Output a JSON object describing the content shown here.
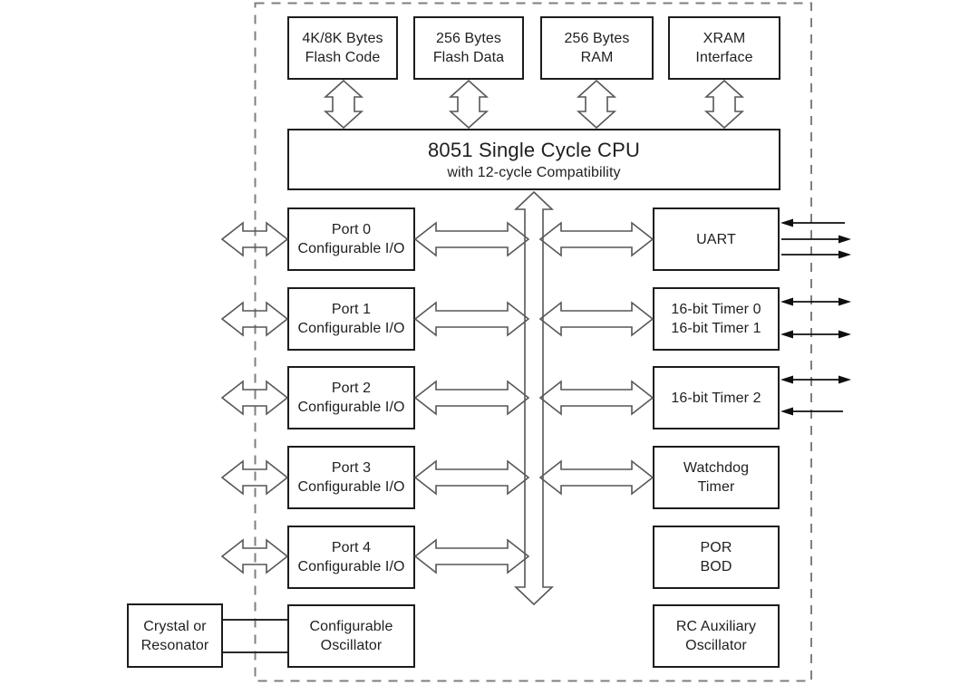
{
  "diagram": {
    "kind": "microcontroller-block-diagram",
    "memory_blocks": [
      {
        "line1": "4K/8K Bytes",
        "line2": "Flash Code"
      },
      {
        "line1": "256 Bytes",
        "line2": "Flash Data"
      },
      {
        "line1": "256 Bytes",
        "line2": "RAM"
      },
      {
        "line1": "XRAM",
        "line2": "Interface"
      }
    ],
    "cpu": {
      "title": "8051 Single Cycle CPU",
      "subtitle": "with 12-cycle Compatibility"
    },
    "ports": [
      {
        "line1": "Port 0",
        "line2": "Configurable I/O"
      },
      {
        "line1": "Port 1",
        "line2": "Configurable I/O"
      },
      {
        "line1": "Port 2",
        "line2": "Configurable I/O"
      },
      {
        "line1": "Port 3",
        "line2": "Configurable I/O"
      },
      {
        "line1": "Port 4",
        "line2": "Configurable I/O"
      }
    ],
    "peripherals": [
      {
        "line1": "UART"
      },
      {
        "line1": "16-bit Timer 0",
        "line2": "16-bit Timer 1"
      },
      {
        "line1": "16-bit Timer 2"
      },
      {
        "line1": "Watchdog",
        "line2": "Timer"
      },
      {
        "line1": "POR",
        "line2": "BOD"
      },
      {
        "line1": "RC Auxiliary",
        "line2": "Oscillator"
      }
    ],
    "clock": {
      "external": {
        "line1": "Crystal or",
        "line2": "Resonator"
      },
      "internal": {
        "line1": "Configurable",
        "line2": "Oscillator"
      }
    },
    "colors": {
      "background": "#ffffff",
      "box_border": "#1c1c1c",
      "text": "#1f1f1f",
      "hollow_arrow_outline": "#575757",
      "signal_arrow": "#0f0f0f",
      "dashed_boundary": "#7f7f7f"
    }
  }
}
